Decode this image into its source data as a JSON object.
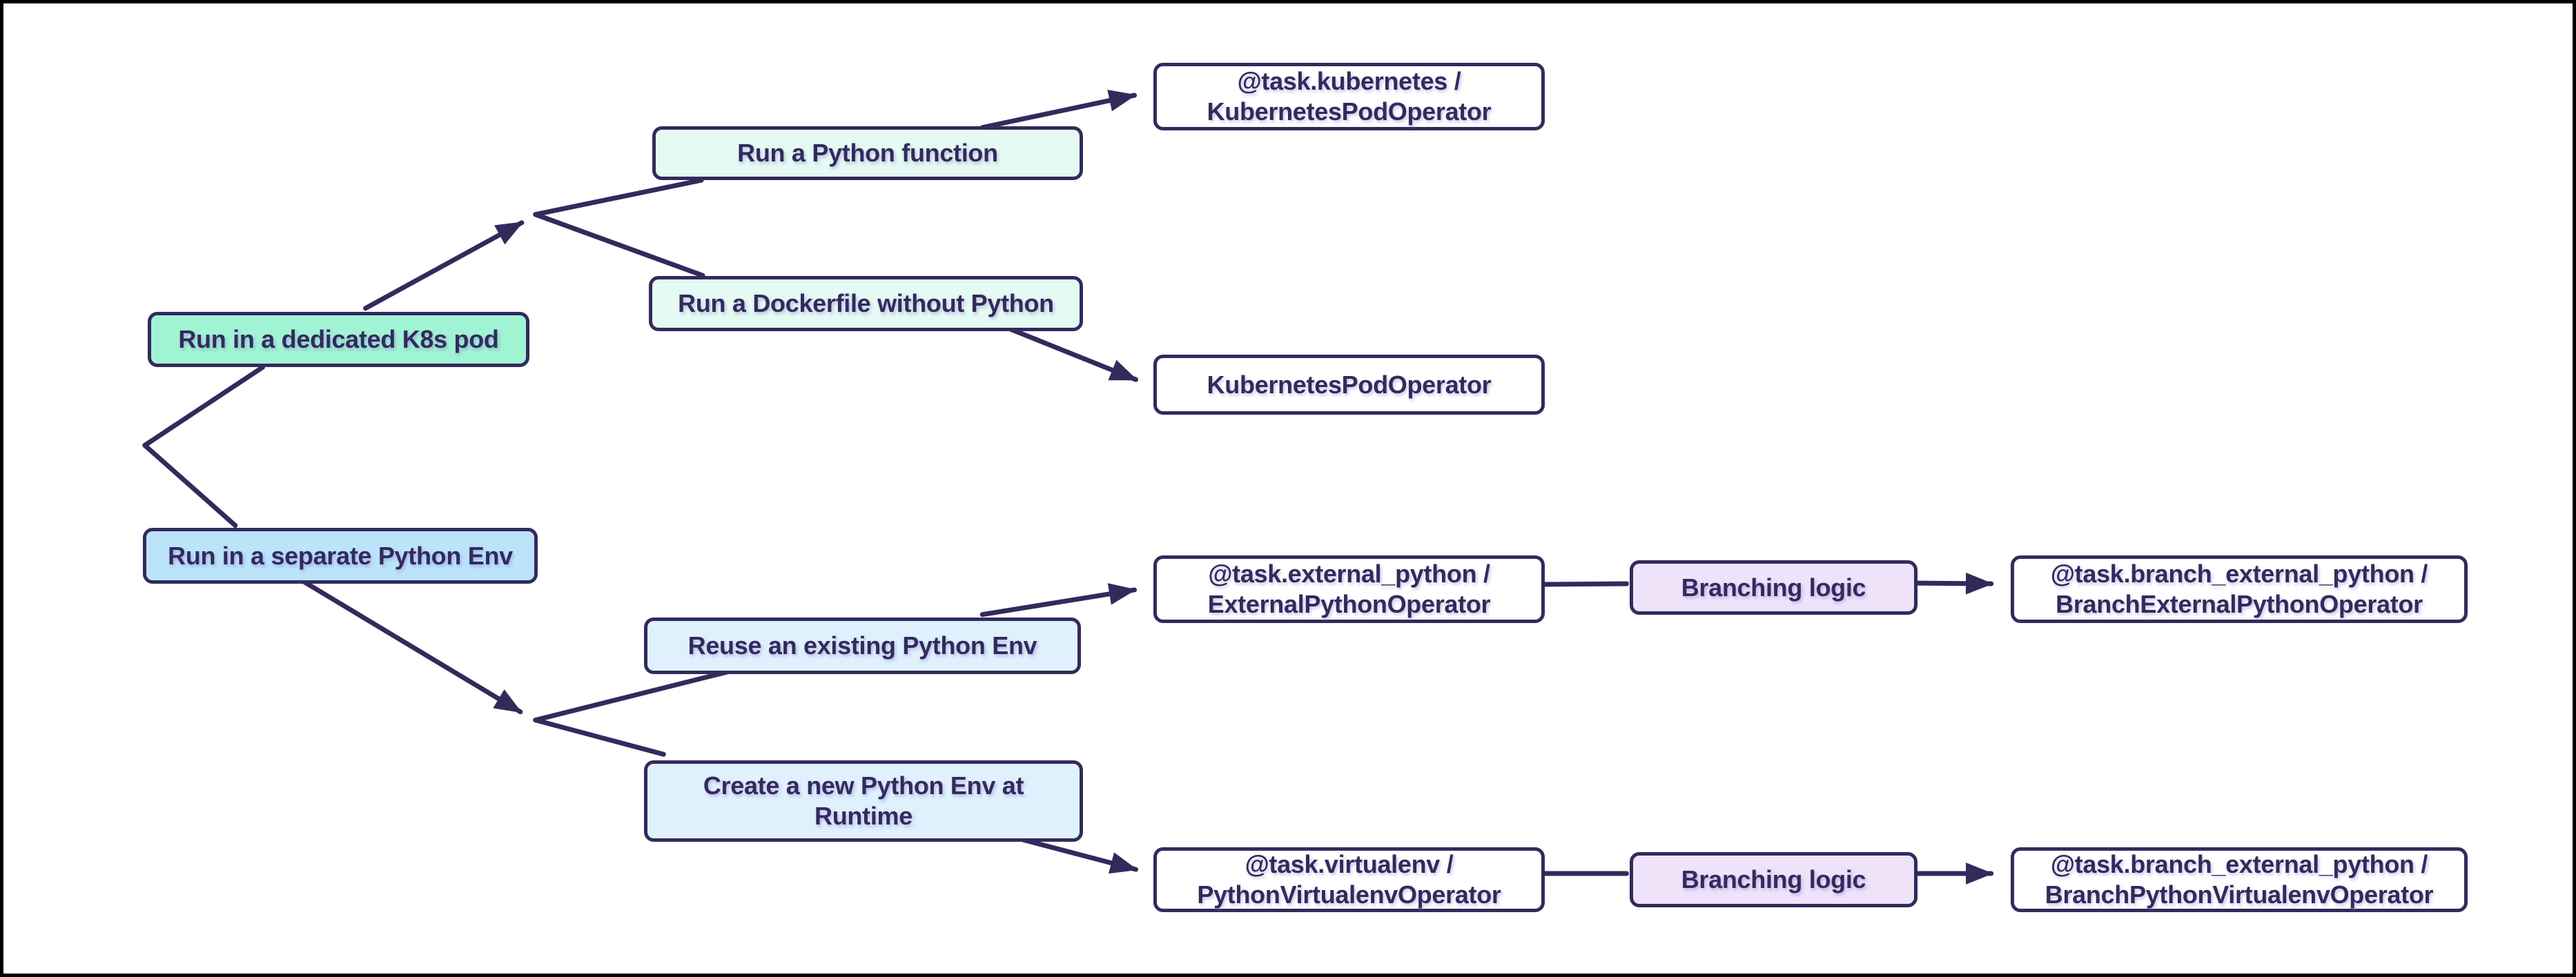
{
  "canvas": {
    "background": "#ffffff",
    "border_color": "#000000"
  },
  "colors": {
    "navy": "#332A5C",
    "mint": "#A0F4D3",
    "light_blue": "#BBE4FB",
    "pale_mint": "#E4FAF2",
    "pale_blue": "#DFF1FC",
    "lavender": "#EFE3FA",
    "white": "#FFFFFF"
  },
  "diagram": {
    "nodes": [
      {
        "id": "dedicated-k8s-pod",
        "lines": [
          "Run in a dedicated K8s pod"
        ],
        "fill": "mint"
      },
      {
        "id": "separate-python-env",
        "lines": [
          "Run in a separate Python Env"
        ],
        "fill": "light_blue"
      },
      {
        "id": "run-python-function",
        "lines": [
          "Run a Python function"
        ],
        "fill": "pale_mint"
      },
      {
        "id": "run-dockerfile-without-python",
        "lines": [
          "Run a Dockerfile without Python"
        ],
        "fill": "pale_mint"
      },
      {
        "id": "task-kubernetes",
        "lines": [
          "@task.kubernetes /",
          "KubernetesPodOperator"
        ],
        "fill": "white"
      },
      {
        "id": "kubernetes-pod-operator",
        "lines": [
          "KubernetesPodOperator"
        ],
        "fill": "white"
      },
      {
        "id": "reuse-existing-python-env",
        "lines": [
          "Reuse an existing Python Env"
        ],
        "fill": "pale_blue"
      },
      {
        "id": "create-new-python-env",
        "lines": [
          "Create a new Python Env at",
          "Runtime"
        ],
        "fill": "pale_blue"
      },
      {
        "id": "task-external-python",
        "lines": [
          "@task.external_python /",
          "ExternalPythonOperator"
        ],
        "fill": "white"
      },
      {
        "id": "branching-logic-1",
        "lines": [
          "Branching logic"
        ],
        "fill": "lavender"
      },
      {
        "id": "task-branch-external-python",
        "lines": [
          "@task.branch_external_python /",
          "BranchExternalPythonOperator"
        ],
        "fill": "white"
      },
      {
        "id": "task-virtualenv",
        "lines": [
          "@task.virtualenv /",
          "PythonVirtualenvOperator"
        ],
        "fill": "white"
      },
      {
        "id": "branching-logic-2",
        "lines": [
          "Branching logic"
        ],
        "fill": "lavender"
      },
      {
        "id": "task-branch-python-virtualenv",
        "lines": [
          "@task.branch_external_python /",
          "BranchPythonVirtualenvOperator"
        ],
        "fill": "white"
      }
    ]
  }
}
